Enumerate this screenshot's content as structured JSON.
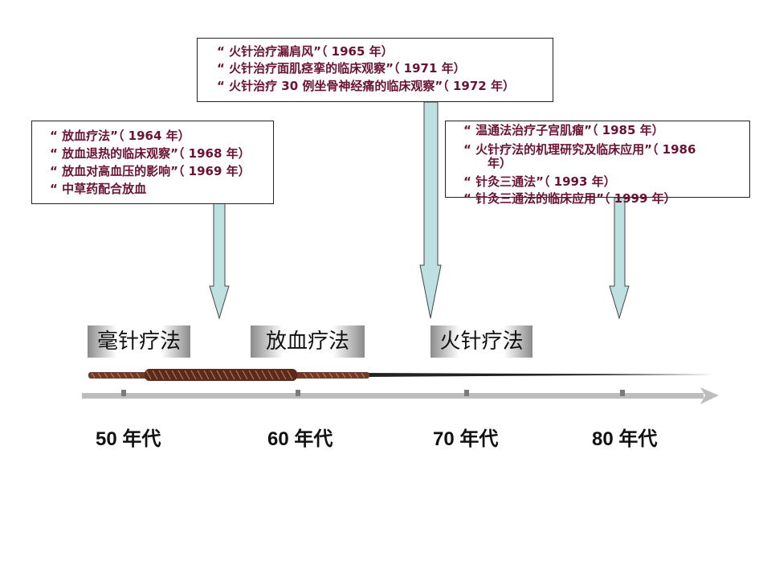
{
  "boxes": {
    "left": [
      "“ 放血疗法”（ 1964 年）",
      "“ 放血退热的临床观察”（ 1968 年）",
      "“ 放血对高血压的影响”（ 1969 年）",
      "“ 中草药配合放血"
    ],
    "top": [
      "“ 火针治疗漏肩风”（ 1965 年）",
      "“ 火针治疗面肌痉挛的临床观察”（ 1971 年）",
      "“ 火针治疗 30 例坐骨神经痛的临床观察”（ 1972 年）"
    ],
    "right": [
      "“ 温通法治疗子宫肌瘤”（ 1985 年）",
      "“ 火针疗法的机理研究及临床应用”（ 1986",
      "年）",
      "“ 针灸三通法”（ 1993 年）",
      "“ 针灸三通法的临床应用”（ 1999 年）"
    ]
  },
  "therapies": [
    "毫针疗法",
    "放血疗法",
    "火针疗法"
  ],
  "decades": [
    "50 年代",
    "60 年代",
    "70 年代",
    "80 年代"
  ],
  "colors": {
    "text": "#6b1233",
    "arrow_fill": "#bfe0e0",
    "axis": "#bdbdbd",
    "tick": "#7a7a7a",
    "needle_handle": "#6e3a2a"
  }
}
